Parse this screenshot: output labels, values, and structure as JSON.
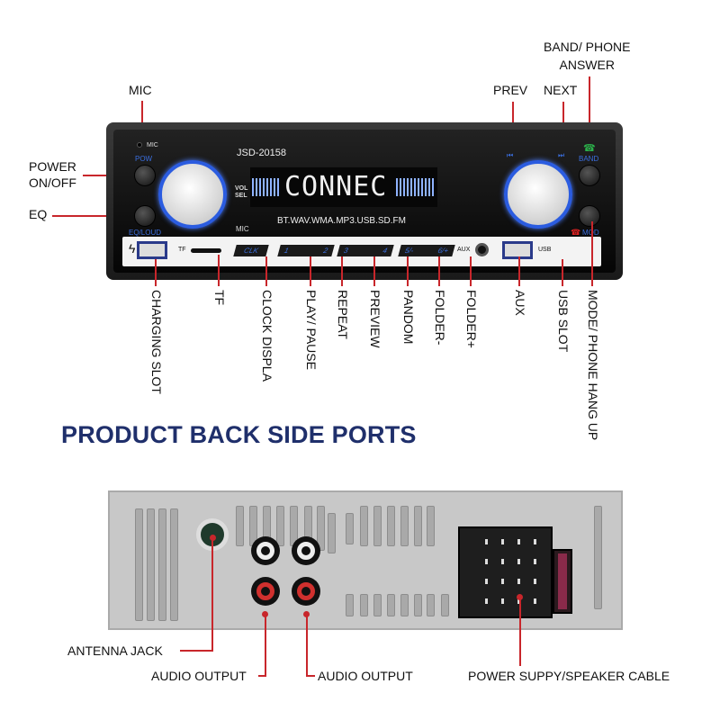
{
  "front": {
    "callouts_top": {
      "mic": "MIC",
      "power": "POWER\nON/OFF",
      "eq": "EQ",
      "prev": "PREV",
      "next": "NEXT",
      "band": "BAND/ PHONE\nANSWER"
    },
    "device": {
      "model": "JSD-20158",
      "display_text": "CONNEC",
      "formats": "BT.WAV.WMA.MP3.USB.SD.FM",
      "mic_small": "MIC",
      "pow": "POW",
      "eq_loud": "EQ/LOUD",
      "vol_sel": "VOL\nSEL",
      "mic_bottom": "MIC",
      "band": "BAND",
      "mod": "MOD",
      "tf": "TF",
      "clk": "CLK",
      "k1": "1",
      "k2": "2",
      "k3": "3",
      "k4": "4",
      "k5": "5/-",
      "k6": "6/+",
      "aux": "AUX",
      "usb": "USB"
    },
    "callouts_bottom": [
      "CHARGING SLOT",
      "TF",
      "CLOCK DISPLA",
      "PLAY/ PAUSE",
      "REPEAT",
      "PREVIEW",
      "PANDOM",
      "FOLDER-",
      "FOLDER+",
      "AUX",
      "USB SLOT",
      "MODE/ PHONE HANG UP"
    ]
  },
  "section_title": "PRODUCT BACK SIDE PORTS",
  "back": {
    "antenna": "ANTENNA JACK",
    "audio1": "AUDIO OUTPUT",
    "audio2": "AUDIO OUTPUT",
    "power": "POWER SUPPY/SPEAKER CABLE"
  },
  "colors": {
    "callout_line": "#c8262b",
    "title": "#1f2f6b",
    "led_ring": "#2b5ce0"
  }
}
